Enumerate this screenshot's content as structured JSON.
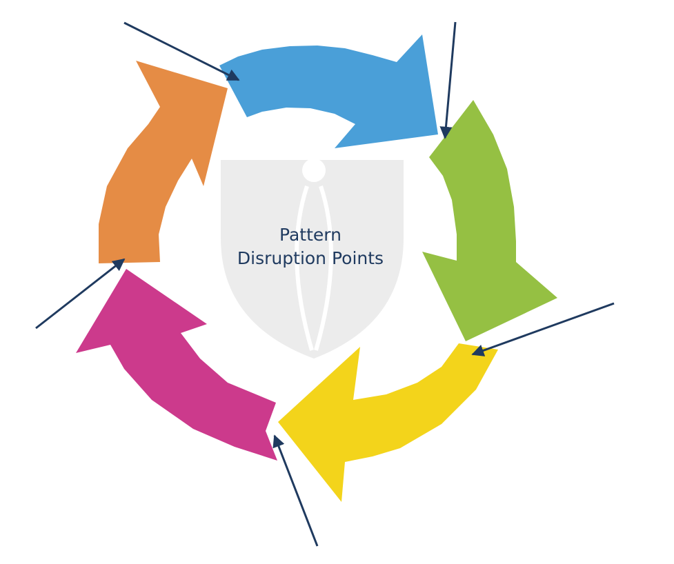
{
  "diagram": {
    "center_label": {
      "line1": "Pattern",
      "line2": "Disruption Points"
    },
    "cycle_arrows": [
      {
        "name": "blue",
        "color": "#4a9fd8"
      },
      {
        "name": "green",
        "color": "#95c043"
      },
      {
        "name": "yellow",
        "color": "#f3d41b"
      },
      {
        "name": "magenta",
        "color": "#cc3a8c"
      },
      {
        "name": "orange",
        "color": "#e58c45"
      }
    ],
    "pointer_color": "#1f3a5f",
    "watermark_color": "#ececec"
  }
}
